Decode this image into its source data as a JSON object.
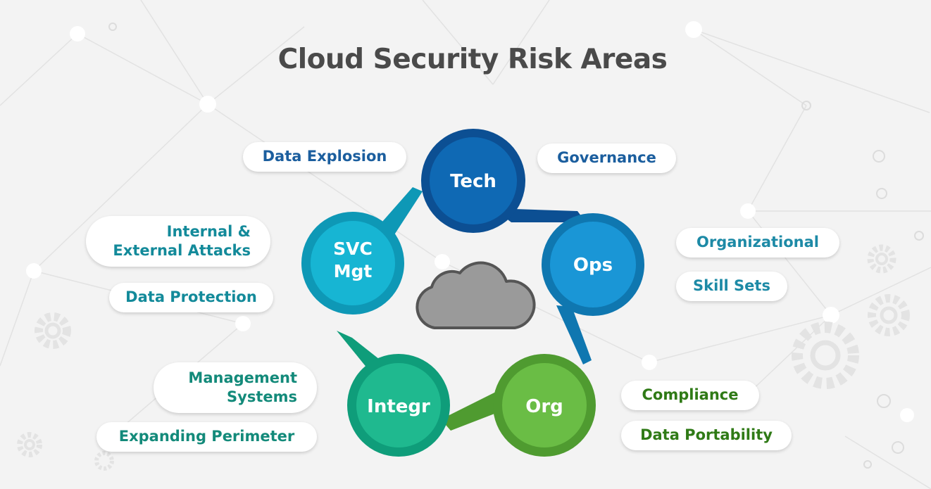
{
  "title": "Cloud Security Risk Areas",
  "center_icon": "cloud-icon",
  "nodes": [
    {
      "id": "tech",
      "label": "Tech",
      "color": "#0f69b4",
      "dark": "#0c4f93"
    },
    {
      "id": "ops",
      "label": "Ops",
      "color": "#1a96d6",
      "dark": "#0f77b0"
    },
    {
      "id": "org",
      "label": "Org",
      "color": "#6abd45",
      "dark": "#4f9b30"
    },
    {
      "id": "integr",
      "label": "Integr",
      "color": "#1fb98f",
      "dark": "#0f9d7a"
    },
    {
      "id": "svc",
      "label_line1": "SVC",
      "label_line2": "Mgt",
      "color": "#17b5d3",
      "dark": "#0e98b6"
    }
  ],
  "labels": {
    "tech": [
      "Data Explosion",
      "Governance"
    ],
    "ops": [
      "Organizational",
      "Skill Sets"
    ],
    "org": [
      "Compliance",
      "Data Portability"
    ],
    "integr": {
      "management_line1": "Management",
      "management_line2": "Systems",
      "perimeter": "Expanding Perimeter"
    },
    "svc": {
      "attacks_line1": "Internal &",
      "attacks_line2": "External Attacks",
      "protection": "Data Protection"
    }
  }
}
